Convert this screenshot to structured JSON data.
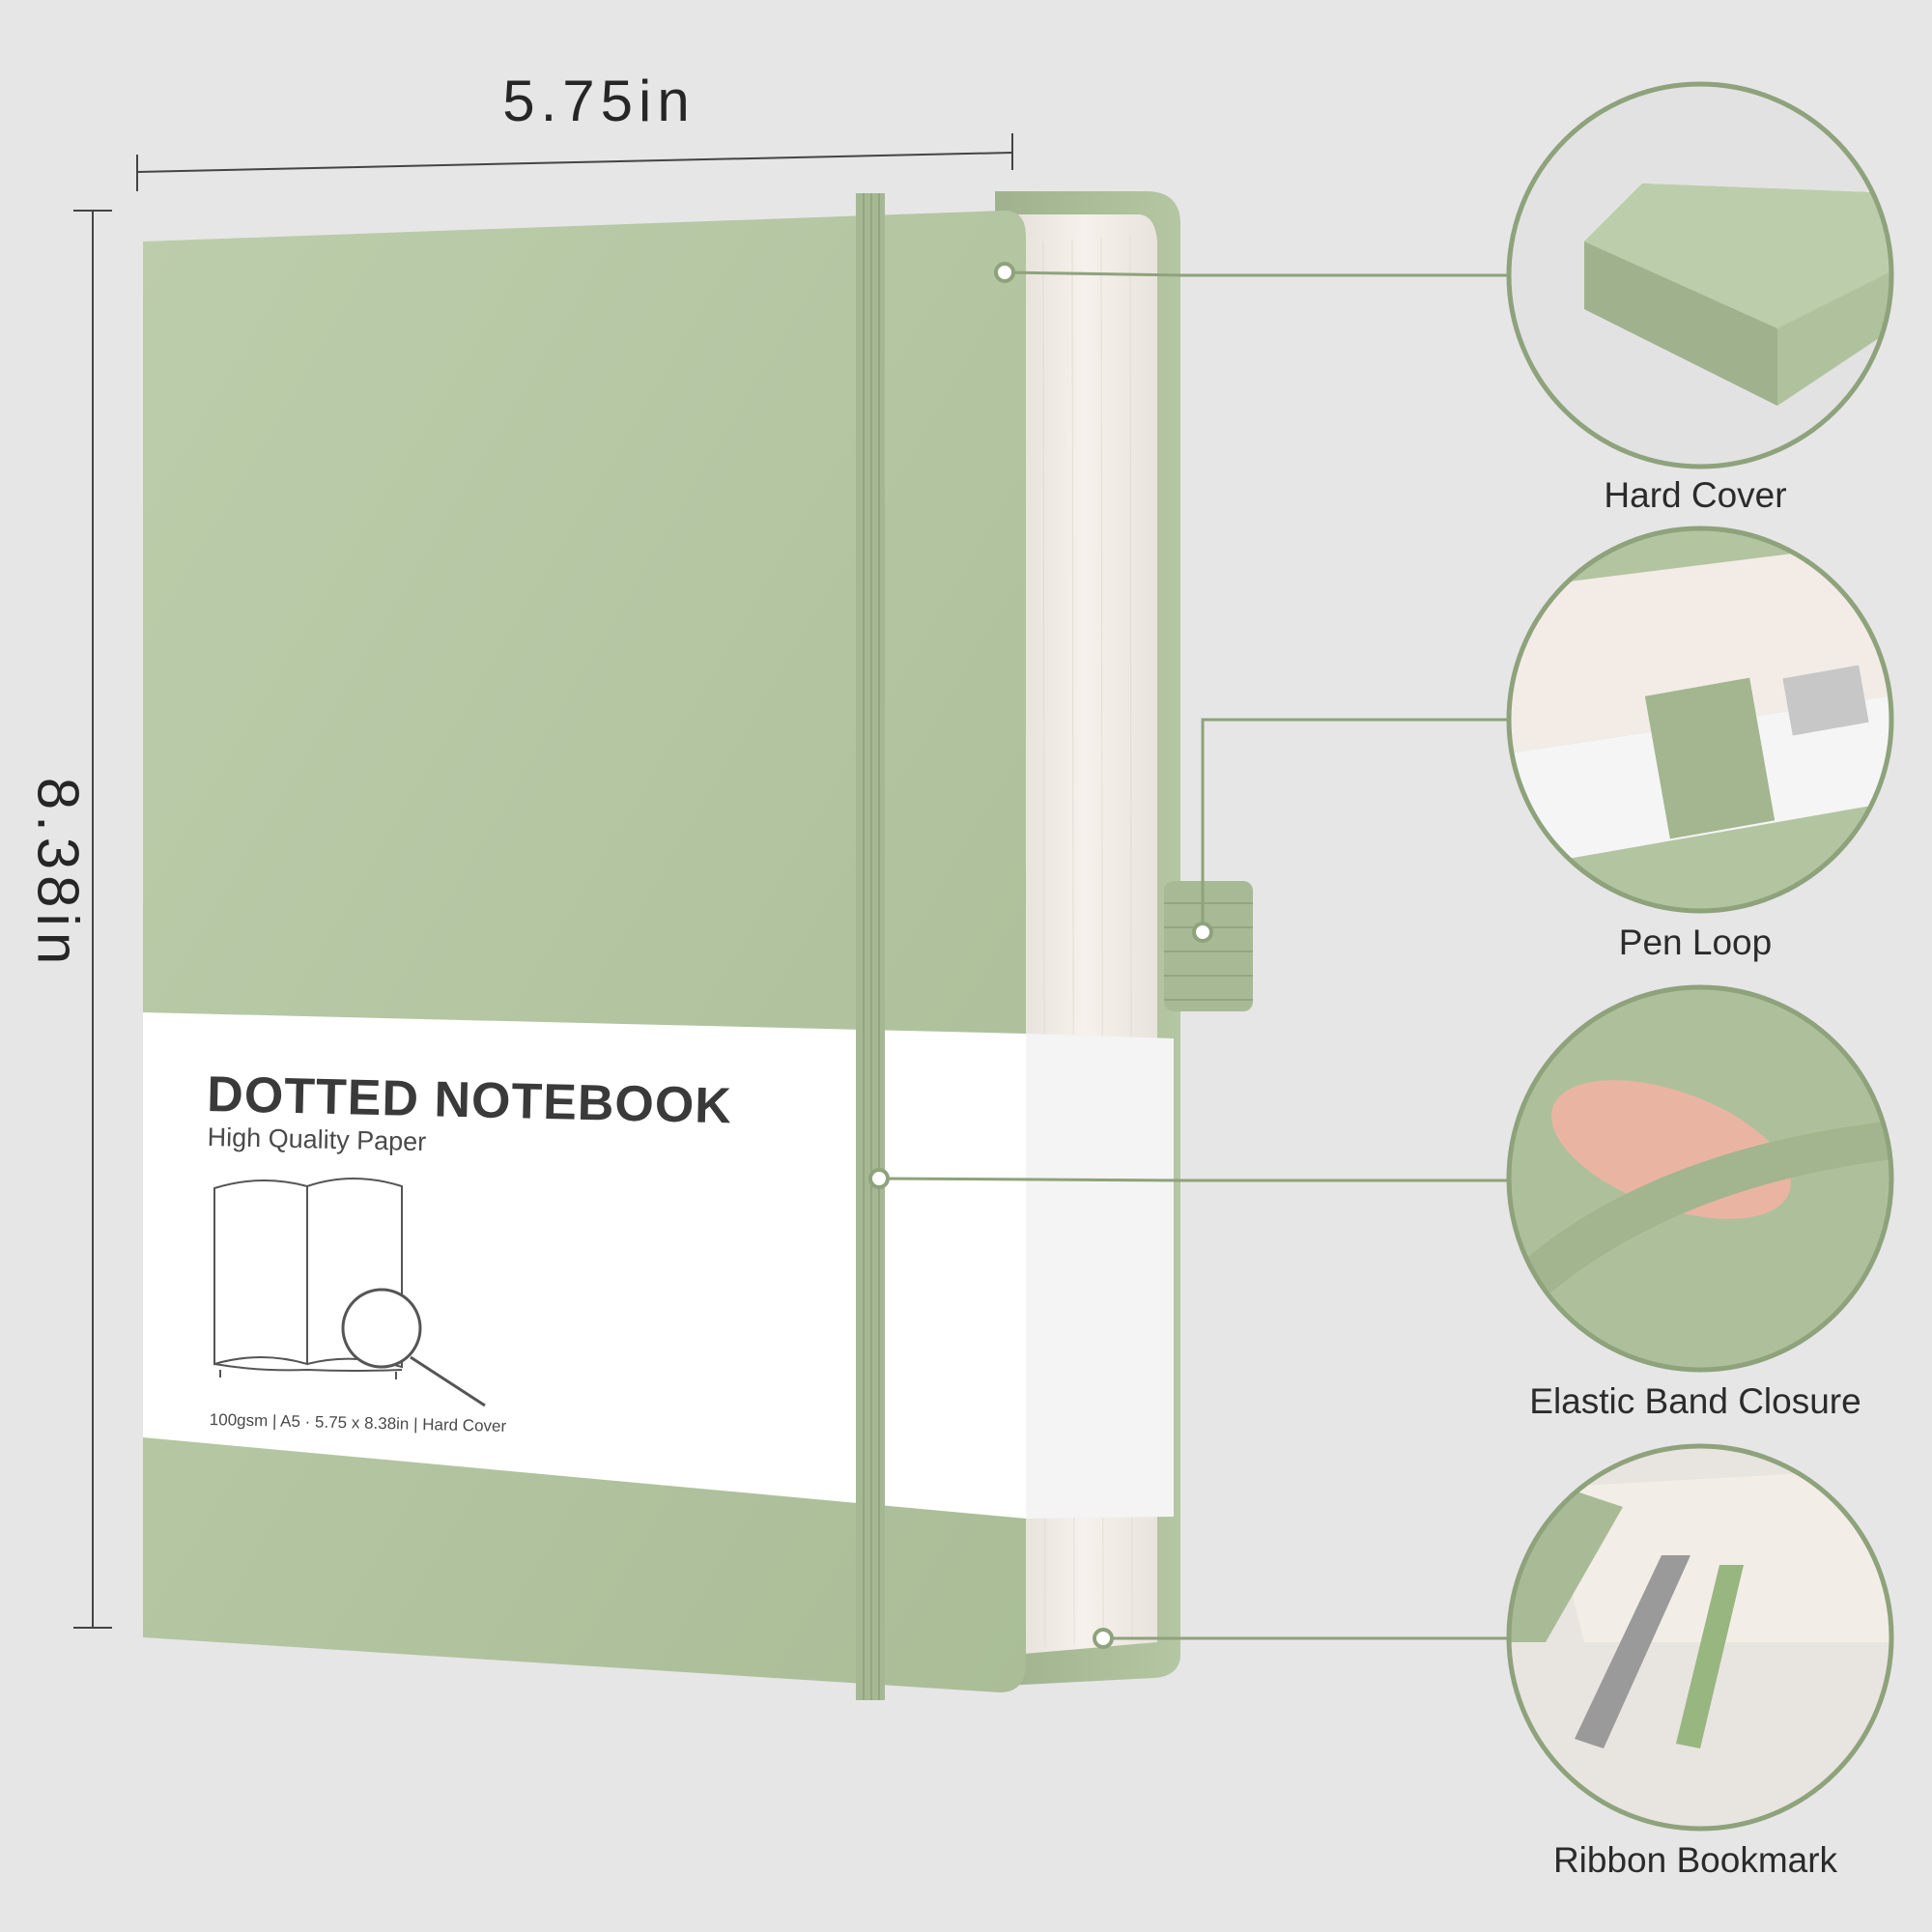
{
  "dimensions": {
    "width": "5.75in",
    "height": "8.38in"
  },
  "label": {
    "title": "DOTTED NOTEBOOK",
    "subtitle": "High Quality Paper",
    "specs": "100gsm | A5 · 5.75 x 8.38in | Hard Cover"
  },
  "features": [
    {
      "label": "Hard Cover"
    },
    {
      "label": "Pen Loop"
    },
    {
      "label": "Elastic Band Closure"
    },
    {
      "label": "Ribbon Bookmark"
    }
  ],
  "colors": {
    "background": "#e6e6e6",
    "cover": "#b7c8a6",
    "cover_dark": "#9fb28d",
    "accent_line": "#8ea27b",
    "paper": "#f2ede8",
    "label_band": "#ffffff"
  }
}
